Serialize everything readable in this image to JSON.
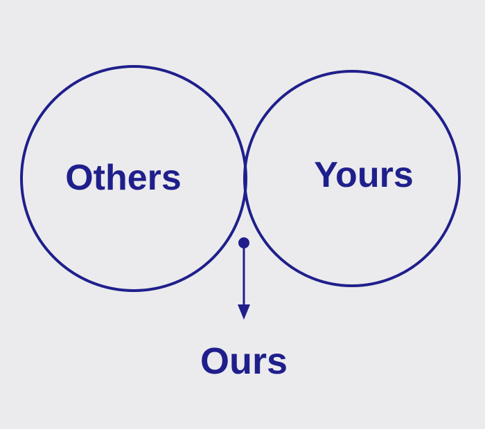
{
  "diagram": {
    "type": "venn",
    "colors": {
      "background": "#ebebed",
      "stroke": "#1f1f8c",
      "text": "#1f1f8c"
    },
    "sets": {
      "left": {
        "label": "Others"
      },
      "right": {
        "label": "Yours"
      }
    },
    "intersection": {
      "label": "Ours",
      "fill": "hatched",
      "pointer": "arrow-down"
    }
  }
}
